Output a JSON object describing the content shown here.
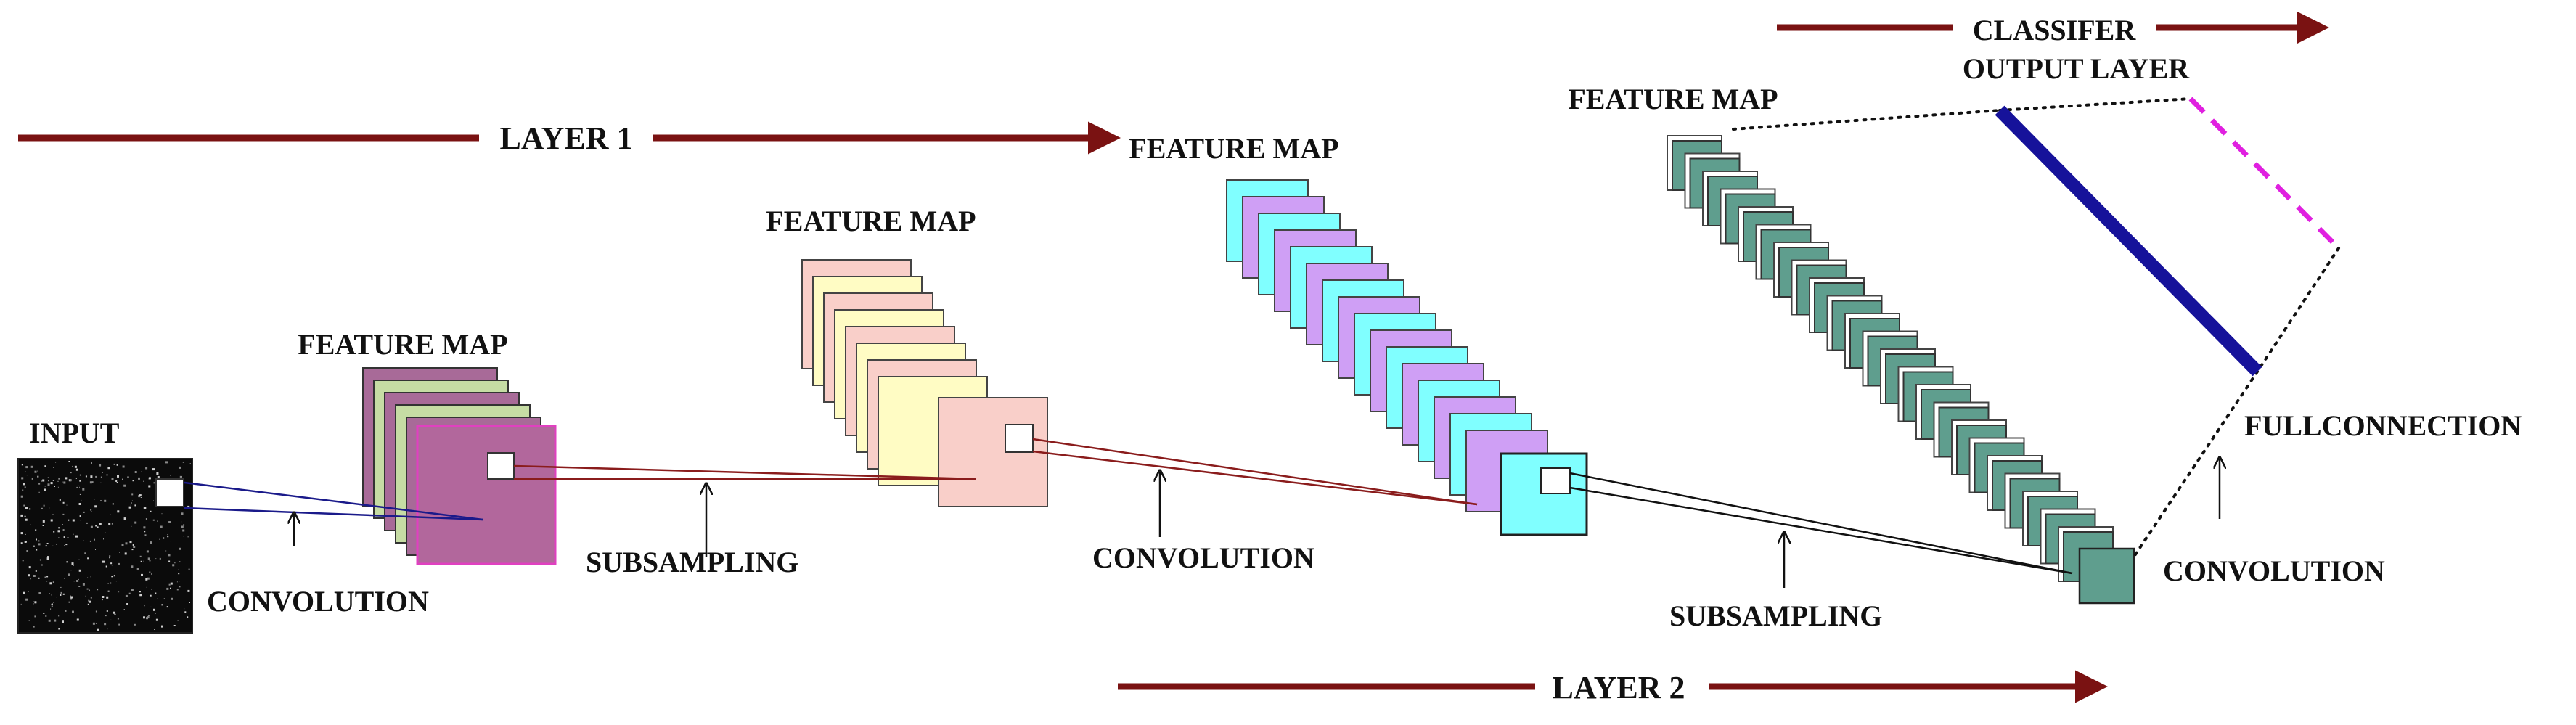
{
  "labels": {
    "input": "INPUT",
    "layer1": "LAYER 1",
    "layer2": "LAYER 2",
    "classifier": "CLASSIFER",
    "output_layer": "OUTPUT LAYER",
    "feature_map_1": "FEATURE MAP",
    "feature_map_2": "FEATURE MAP",
    "feature_map_3": "FEATURE MAP",
    "feature_map_4": "FEATURE MAP",
    "convolution_1": "CONVOLUTION",
    "subsampling_1": "SUBSAMPLING",
    "convolution_2": "CONVOLUTION",
    "subsampling_2": "SUBSAMPLING",
    "convolution_3": "CONVOLUTION",
    "full_connection": "FULLCONNECTION"
  },
  "colors": {
    "arrow": "#7a1212",
    "stack1_a": "#a86a98",
    "stack1_b": "#c6dca4",
    "stack1_front": "#b2679c",
    "stack1_front_border": "#e040c0",
    "stack2": "#fffcc4",
    "stack2_alt": "#f9cfc9",
    "stack3_a": "#80ffff",
    "stack3_b": "#cf9ff5",
    "stack4": "#5f9e8e",
    "output_layer": "#16129a",
    "output_dashed": "#e020e0",
    "conn_blue": "#1a1a8a",
    "conn_red": "#8a1c1c"
  }
}
